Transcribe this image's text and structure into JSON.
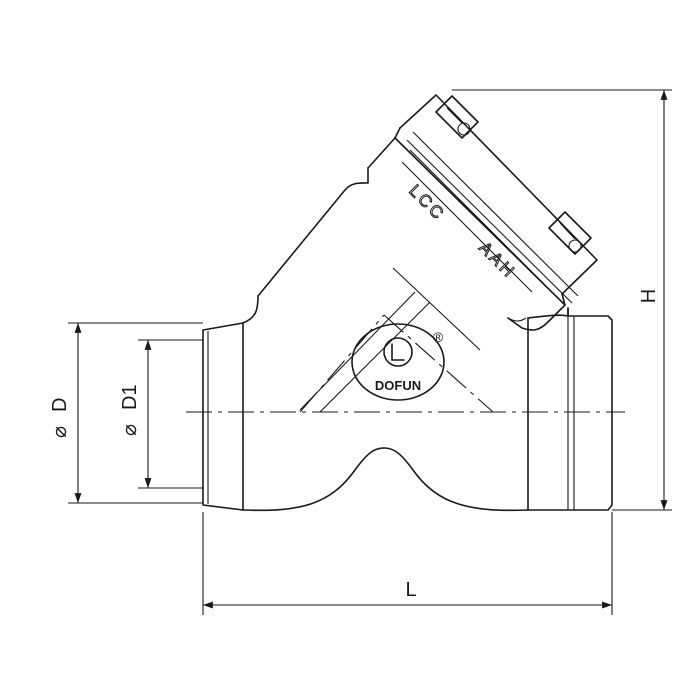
{
  "drawing": {
    "dimension_labels": {
      "outer_diameter": "D",
      "inner_diameter": "D1",
      "length": "L",
      "height": "H"
    },
    "diameter_symbol": "⌀",
    "cover_markings": {
      "left": "LCC",
      "right": "AAH"
    },
    "logo": {
      "brand": "DOFUN",
      "registered_mark": "®"
    }
  }
}
